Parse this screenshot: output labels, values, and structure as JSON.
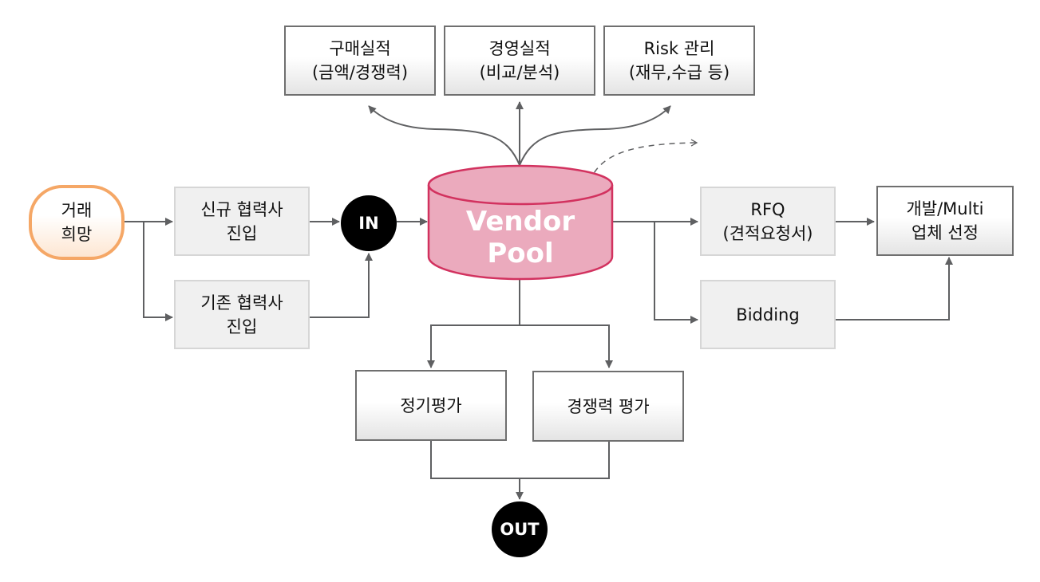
{
  "diagram": {
    "colors": {
      "connector": "#5f6062",
      "vendor_pool_fill": "#ebaabd",
      "vendor_pool_stroke": "#d2325f",
      "terminal_border": "#f5a766",
      "circle_fill": "#000000"
    },
    "nodes": {
      "start": {
        "label": "거래\n희망",
        "shape": "rounded-terminal"
      },
      "new_vendor": {
        "label": "신규 협력사\n진입",
        "shape": "box"
      },
      "existing_vendor": {
        "label": "기존 협력사\n진입",
        "shape": "box"
      },
      "in": {
        "label": "IN",
        "shape": "circle"
      },
      "vendor_pool": {
        "label": "Vendor\nPool",
        "shape": "cylinder"
      },
      "purchase_perf": {
        "label": "구매실적\n(금액/경쟁력)",
        "shape": "box"
      },
      "mgmt_perf": {
        "label": "경영실적\n(비교/분석)",
        "shape": "box"
      },
      "risk_mgmt": {
        "label": "Risk 관리\n(재무,수급 등)",
        "shape": "box"
      },
      "rfq": {
        "label": "RFQ\n(견적요청서)",
        "shape": "box"
      },
      "bidding": {
        "label": "Bidding",
        "shape": "box"
      },
      "selection": {
        "label": "개발/Multi\n업체 선정",
        "shape": "box"
      },
      "periodic_eval": {
        "label": "정기평가",
        "shape": "box"
      },
      "competitive_eval": {
        "label": "경쟁력 평가",
        "shape": "box"
      },
      "out": {
        "label": "OUT",
        "shape": "circle"
      }
    },
    "edges": [
      {
        "from": "start",
        "to": "new_vendor"
      },
      {
        "from": "start",
        "to": "existing_vendor"
      },
      {
        "from": "new_vendor",
        "to": "in"
      },
      {
        "from": "existing_vendor",
        "to": "in"
      },
      {
        "from": "in",
        "to": "vendor_pool"
      },
      {
        "from": "vendor_pool",
        "to": "purchase_perf",
        "style": "curved"
      },
      {
        "from": "vendor_pool",
        "to": "mgmt_perf"
      },
      {
        "from": "vendor_pool",
        "to": "risk_mgmt",
        "style": "curved"
      },
      {
        "from": "vendor_pool",
        "to": "external",
        "style": "dashed"
      },
      {
        "from": "vendor_pool",
        "to": "rfq"
      },
      {
        "from": "vendor_pool",
        "to": "bidding"
      },
      {
        "from": "rfq",
        "to": "selection"
      },
      {
        "from": "bidding",
        "to": "selection"
      },
      {
        "from": "vendor_pool",
        "to": "periodic_eval"
      },
      {
        "from": "vendor_pool",
        "to": "competitive_eval"
      },
      {
        "from": "periodic_eval",
        "to": "out"
      },
      {
        "from": "competitive_eval",
        "to": "out"
      }
    ]
  }
}
